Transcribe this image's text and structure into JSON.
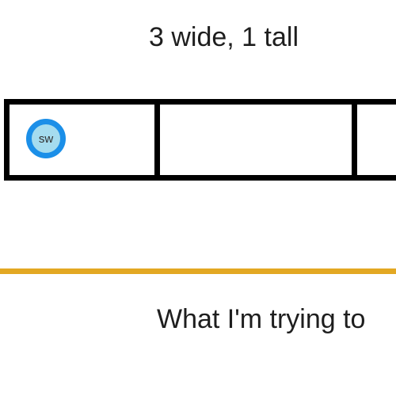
{
  "top_caption": "3 wide, 1 tall",
  "grid": {
    "columns": 3,
    "rows": 1,
    "token": {
      "label": "sw",
      "fill_color": "#a5dcef",
      "ring_color": "#1b8fe8"
    }
  },
  "separator_color": "#e3a823",
  "bottom_caption": "What I'm trying to"
}
